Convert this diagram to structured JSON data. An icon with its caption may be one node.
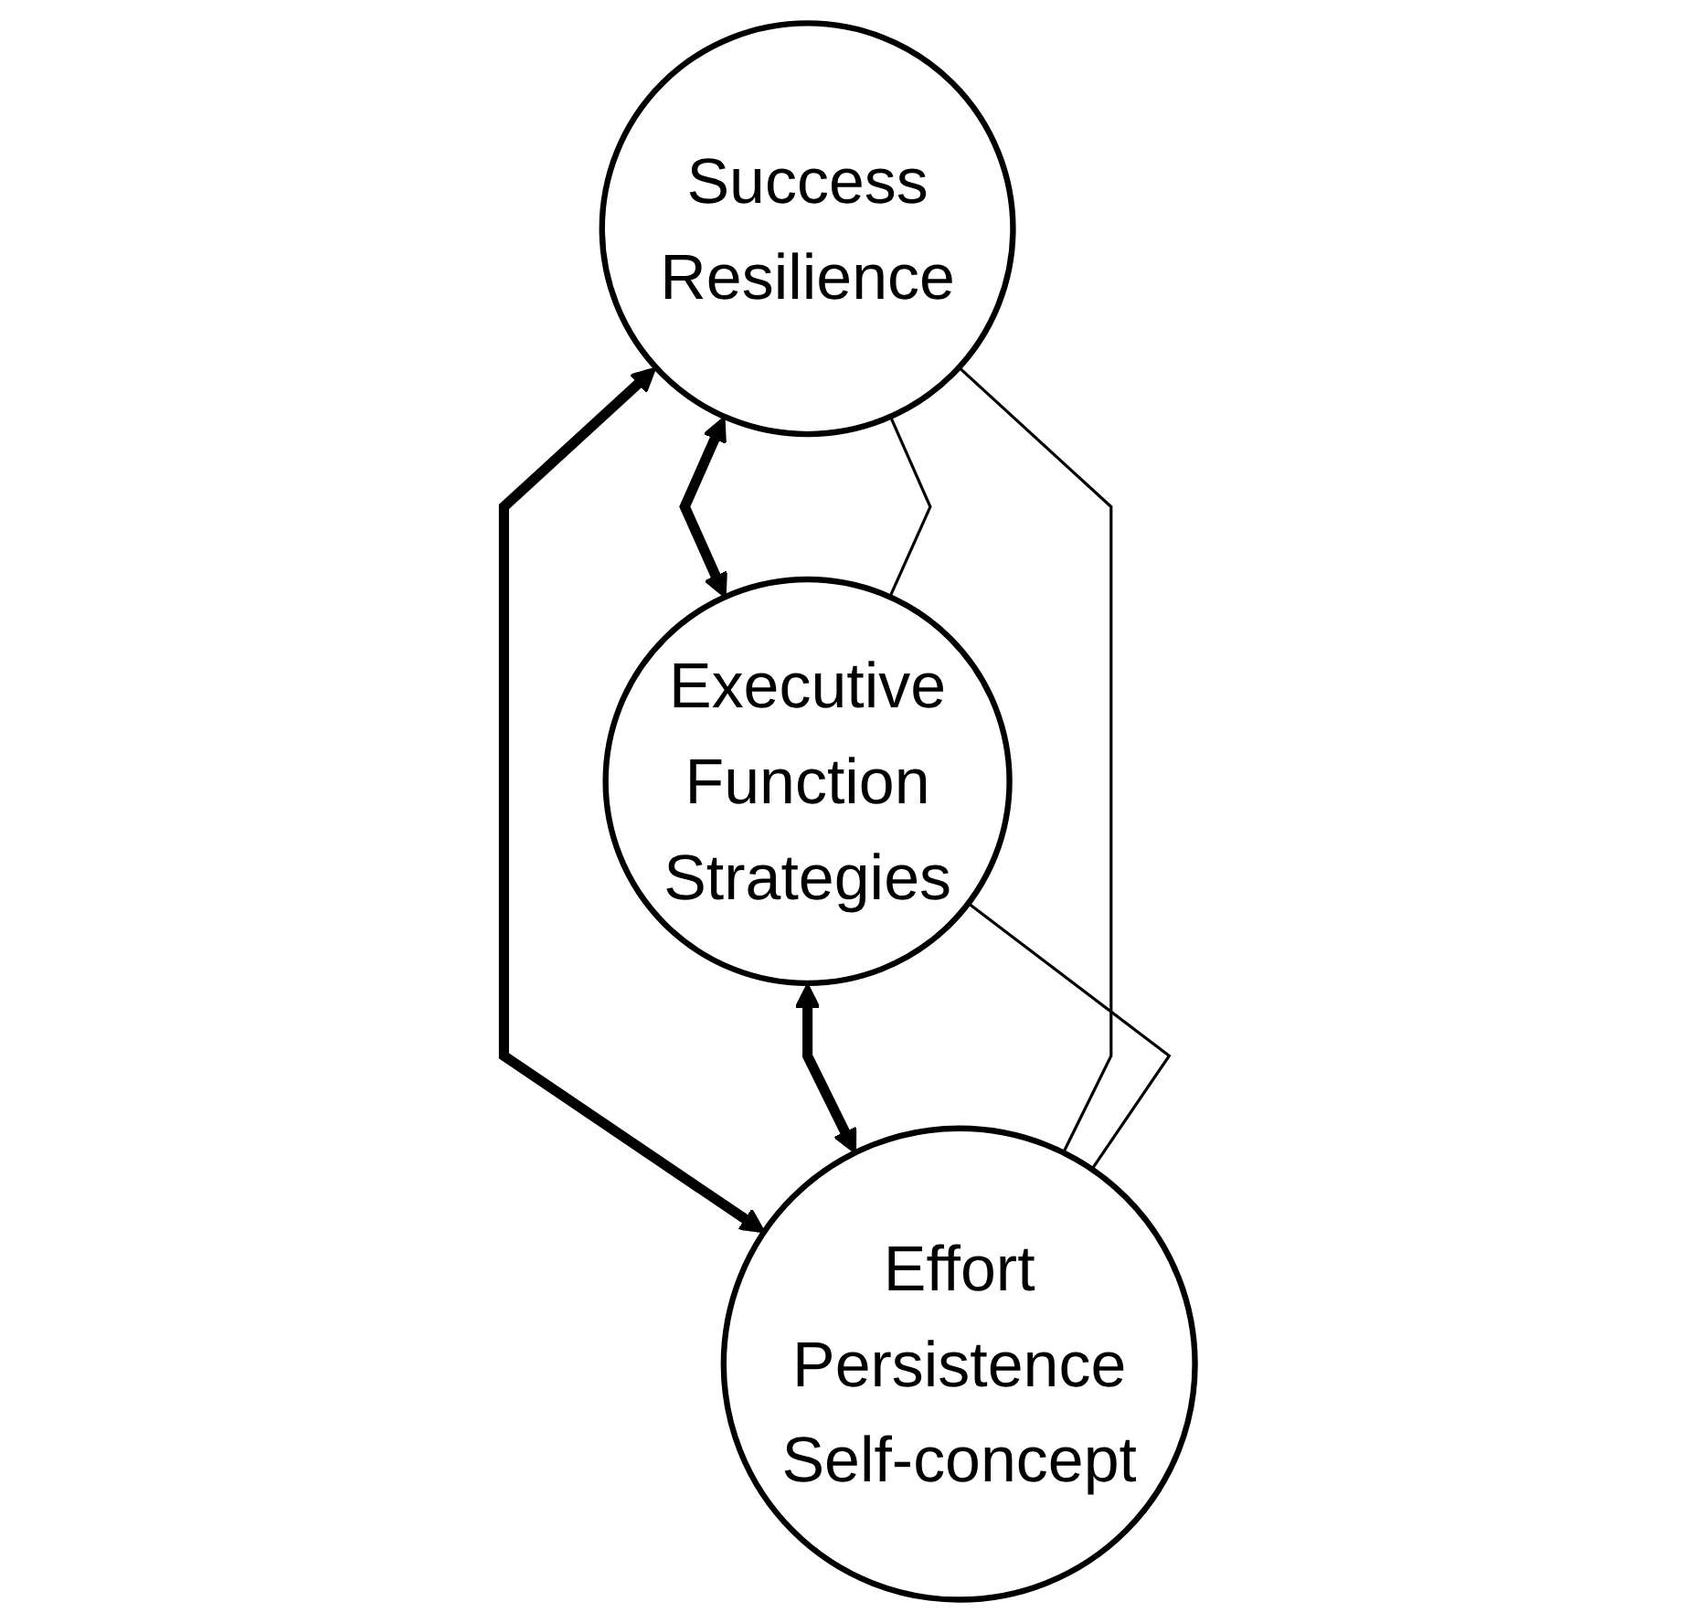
{
  "diagram": {
    "nodes": [
      {
        "text": [
          "Success",
          "Resilience"
        ]
      },
      {
        "text": [
          "Executive",
          "Function",
          "Strategies"
        ]
      },
      {
        "text": [
          "Effort",
          "Persistence",
          "Self-concept"
        ]
      }
    ],
    "edges": [
      {
        "from": 0,
        "to": 1,
        "arrow": "both",
        "style": "thick"
      },
      {
        "from": 0,
        "to": 2,
        "arrow": "both",
        "style": "thick"
      },
      {
        "from": 1,
        "to": 2,
        "arrow": "both",
        "style": "thick"
      },
      {
        "from": 0,
        "to": 1,
        "arrow": "none"
      },
      {
        "from": 0,
        "to": 2,
        "arrow": "none"
      },
      {
        "from": 1,
        "to": 2,
        "arrow": "none"
      }
    ]
  }
}
